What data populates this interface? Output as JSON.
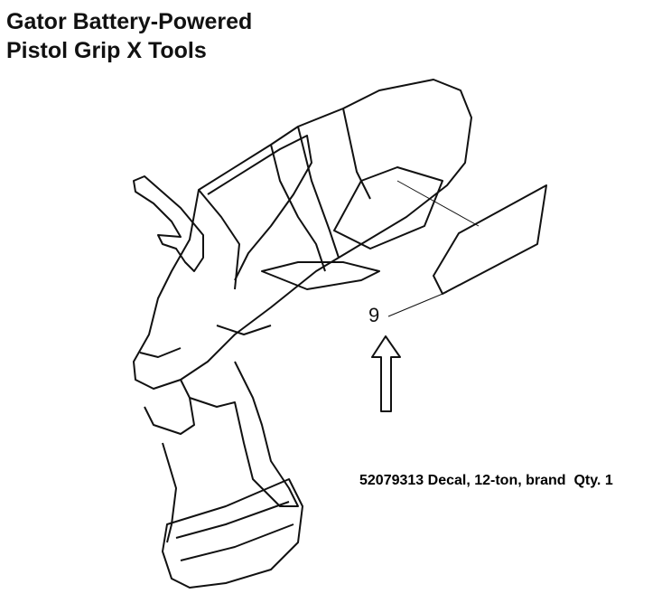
{
  "title": {
    "line1": "Gator Battery-Powered",
    "line2": "Pistol Grip X Tools"
  },
  "callout": {
    "number": "9"
  },
  "part": {
    "caption": "52079313 Decal, 12-ton, brand  Qty. 1"
  }
}
